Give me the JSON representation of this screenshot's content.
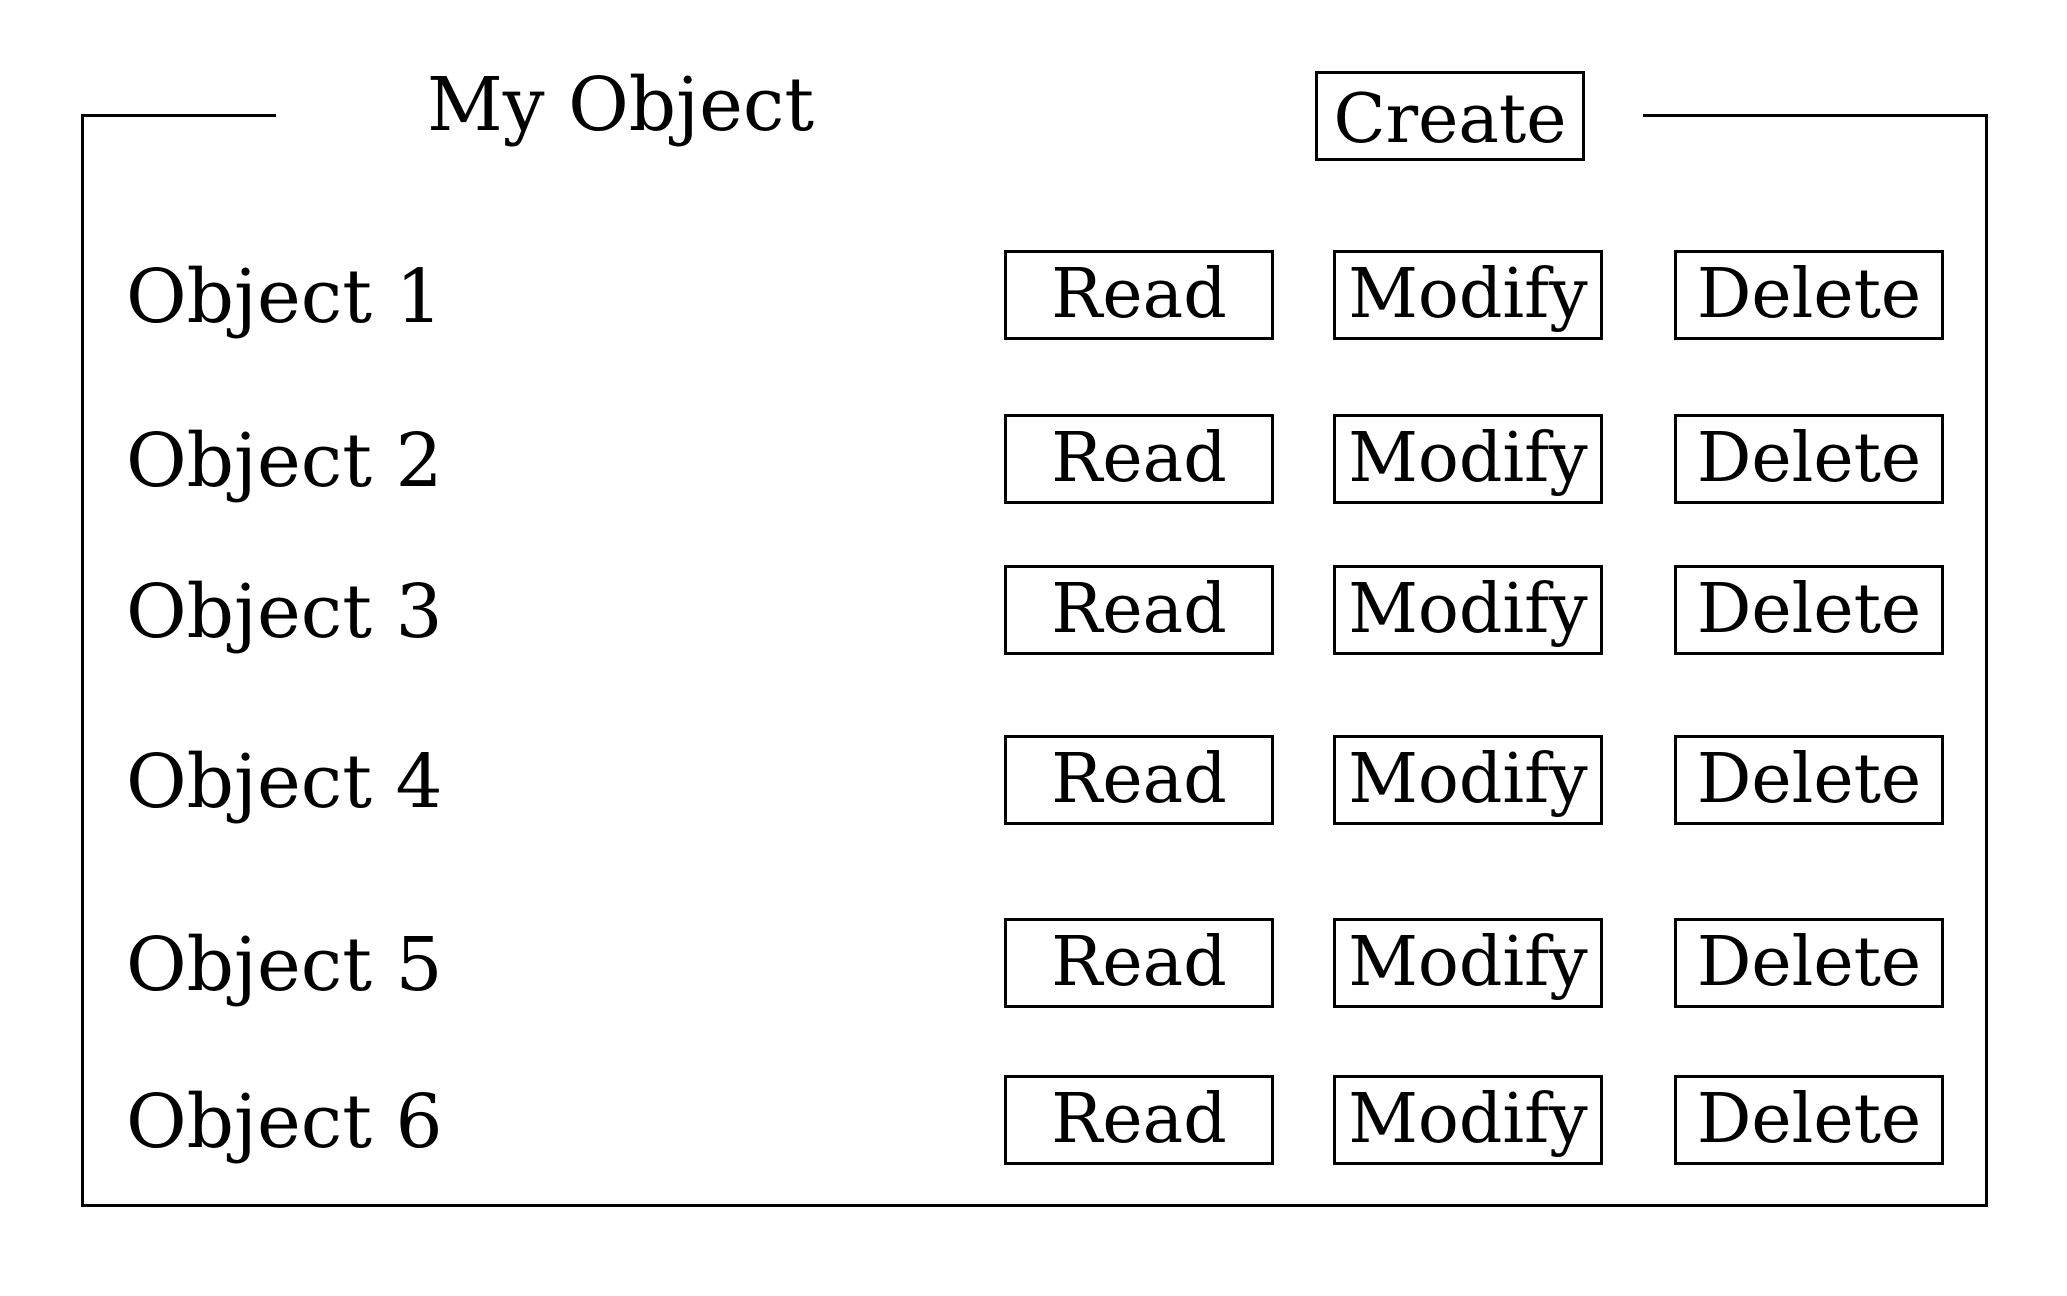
{
  "panel": {
    "title": "My Object",
    "create_label": "Create"
  },
  "objects": [
    {
      "name": "Object 1",
      "read_label": "Read",
      "modify_label": "Modify",
      "delete_label": "Delete"
    },
    {
      "name": "Object 2",
      "read_label": "Read",
      "modify_label": "Modify",
      "delete_label": "Delete"
    },
    {
      "name": "Object 3",
      "read_label": "Read",
      "modify_label": "Modify",
      "delete_label": "Delete"
    },
    {
      "name": "Object 4",
      "read_label": "Read",
      "modify_label": "Modify",
      "delete_label": "Delete"
    },
    {
      "name": "Object 5",
      "read_label": "Read",
      "modify_label": "Modify",
      "delete_label": "Delete"
    },
    {
      "name": "Object 6",
      "read_label": "Read",
      "modify_label": "Modify",
      "delete_label": "Delete"
    }
  ]
}
